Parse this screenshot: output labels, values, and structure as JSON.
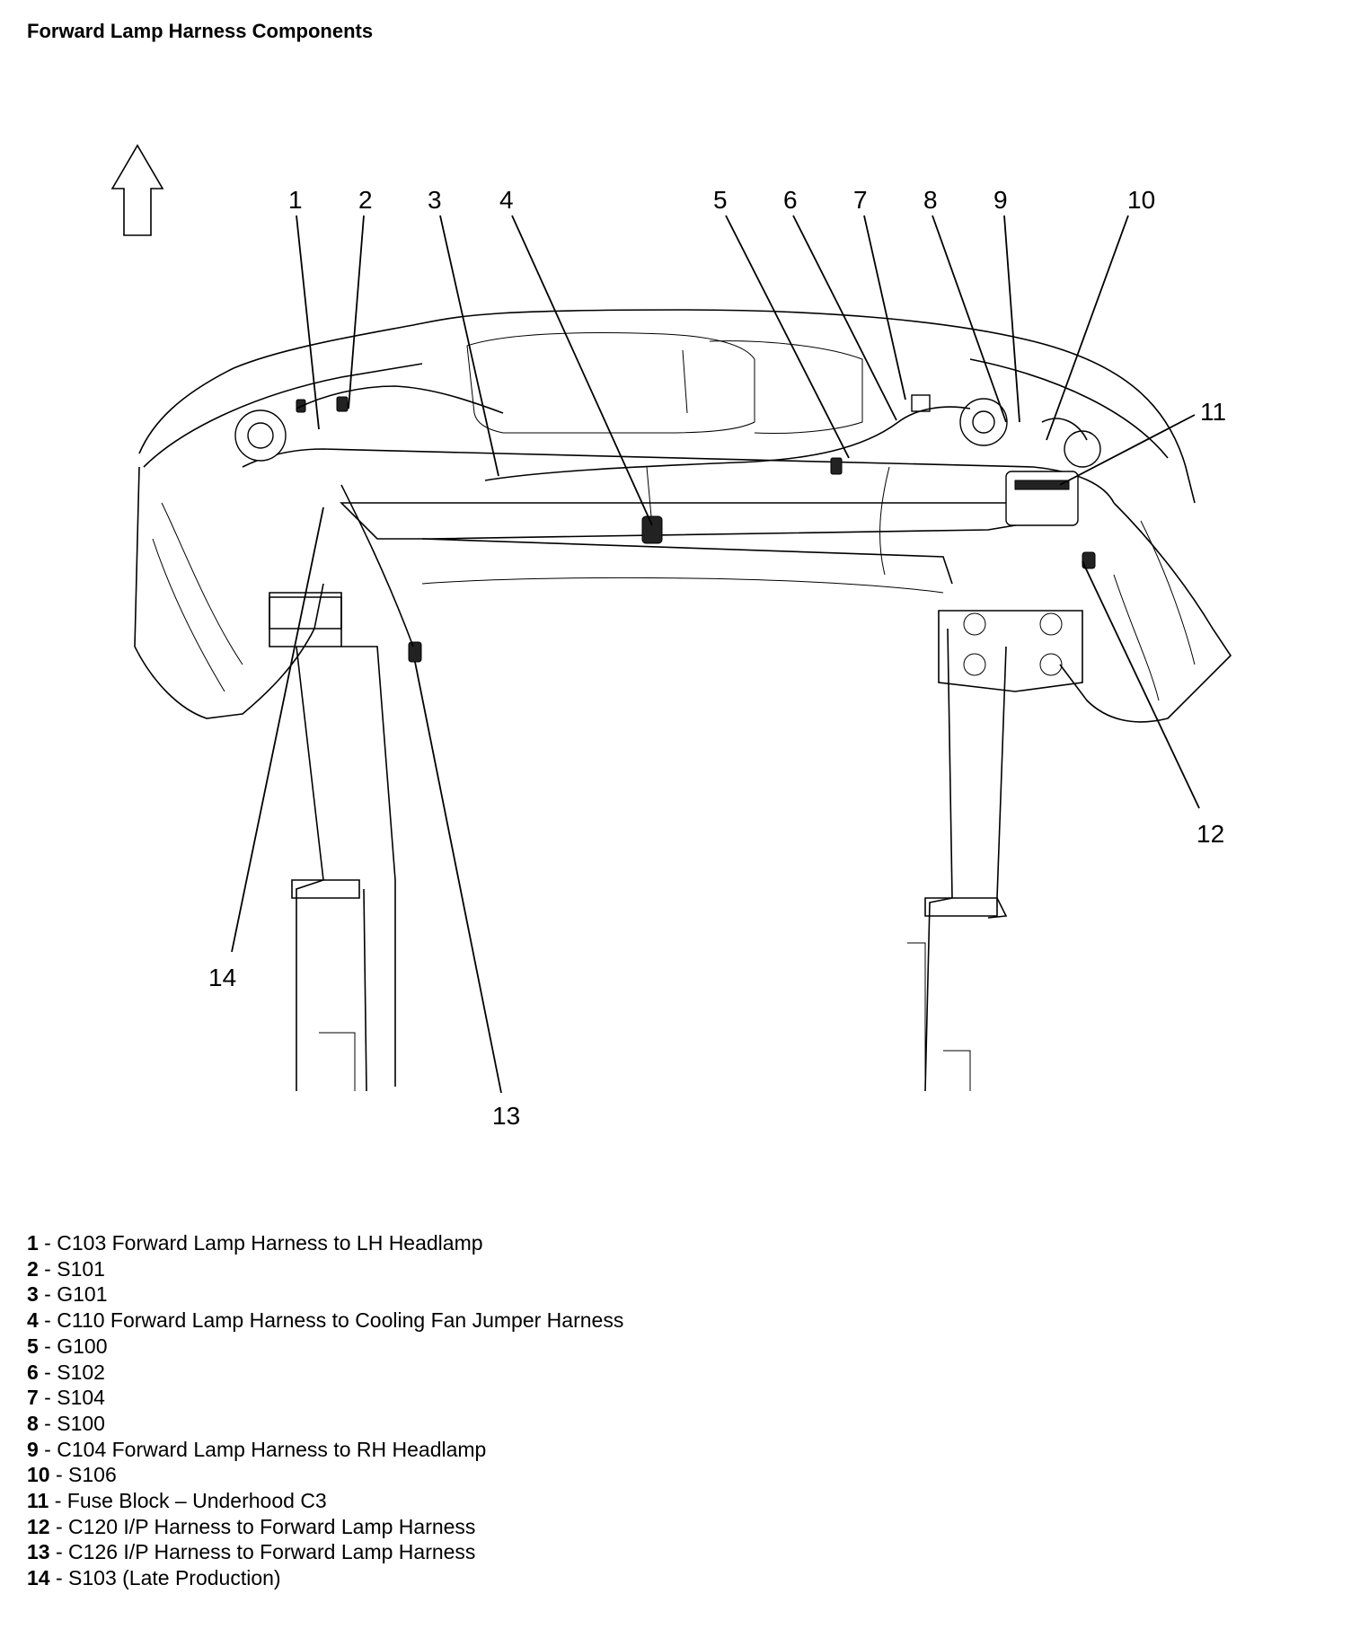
{
  "title": "Forward Lamp Harness Components",
  "callouts": [
    "1",
    "2",
    "3",
    "4",
    "5",
    "6",
    "7",
    "8",
    "9",
    "10",
    "11",
    "12",
    "13",
    "14"
  ],
  "legend": [
    {
      "num": "1",
      "text": "C103 Forward Lamp Harness to LH Headlamp"
    },
    {
      "num": "2",
      "text": "S101"
    },
    {
      "num": "3",
      "text": "G101"
    },
    {
      "num": "4",
      "text": "C110 Forward Lamp Harness to Cooling Fan Jumper Harness"
    },
    {
      "num": "5",
      "text": "G100"
    },
    {
      "num": "6",
      "text": "S102"
    },
    {
      "num": "7",
      "text": "S104"
    },
    {
      "num": "8",
      "text": "S100"
    },
    {
      "num": "9",
      "text": "C104 Forward Lamp Harness to RH Headlamp"
    },
    {
      "num": "10",
      "text": "S106"
    },
    {
      "num": "11",
      "text": "Fuse Block – Underhood C3"
    },
    {
      "num": "12",
      "text": "C120 I/P Harness to Forward Lamp Harness"
    },
    {
      "num": "13",
      "text": "C126 I/P Harness to Forward Lamp Harness"
    },
    {
      "num": "14",
      "text": "S103 (Late Production)"
    }
  ],
  "separator": " - "
}
